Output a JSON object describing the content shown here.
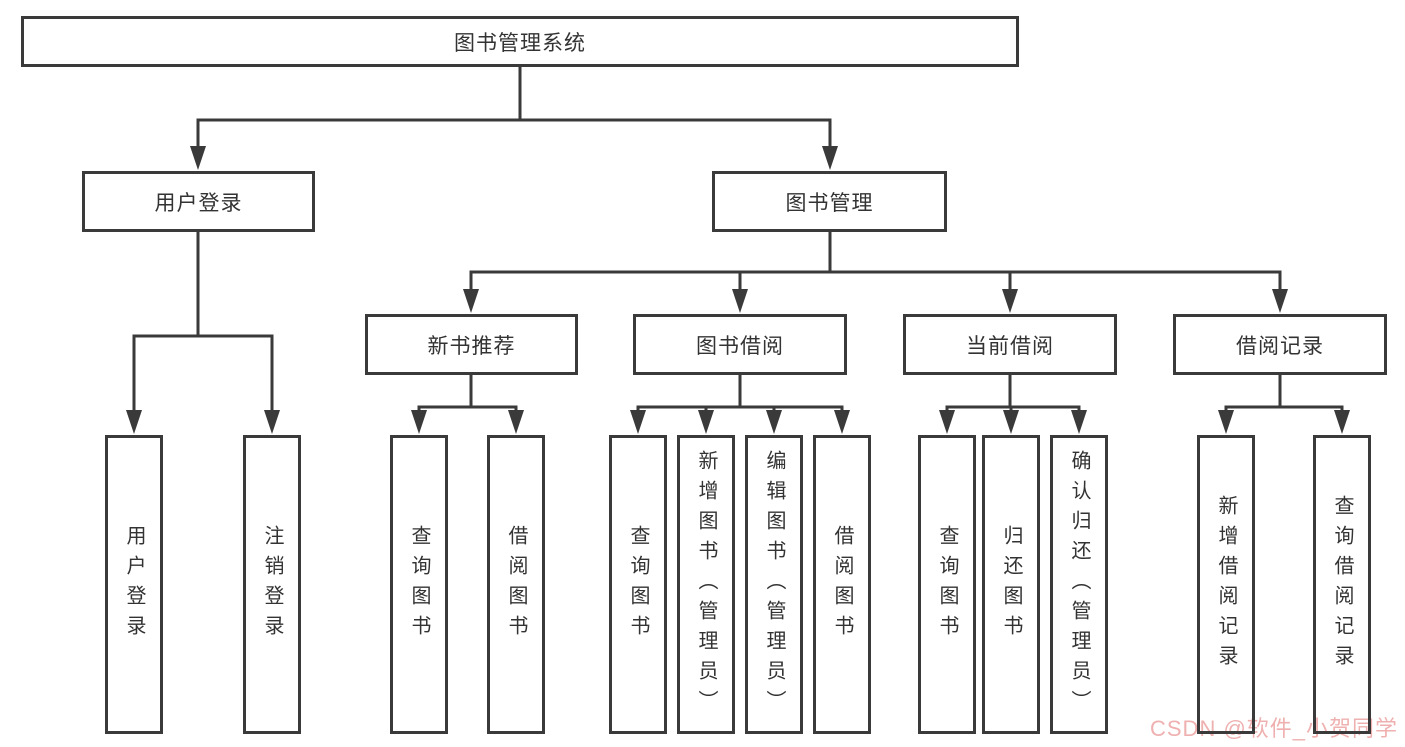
{
  "tree": {
    "label": "图书管理系统",
    "children": [
      {
        "label": "用户登录",
        "children": [
          {
            "label": "用户登录"
          },
          {
            "label": "注销登录"
          }
        ]
      },
      {
        "label": "图书管理",
        "children": [
          {
            "label": "新书推荐",
            "children": [
              {
                "label": "查询图书"
              },
              {
                "label": "借阅图书"
              }
            ]
          },
          {
            "label": "图书借阅",
            "children": [
              {
                "label": "查询图书"
              },
              {
                "label": "新增图书（管理员）"
              },
              {
                "label": "编辑图书（管理员）"
              },
              {
                "label": "借阅图书"
              }
            ]
          },
          {
            "label": "当前借阅",
            "children": [
              {
                "label": "查询图书"
              },
              {
                "label": "归还图书"
              },
              {
                "label": "确认归还（管理员）"
              }
            ]
          },
          {
            "label": "借阅记录",
            "children": [
              {
                "label": "新增借阅记录"
              },
              {
                "label": "查询借阅记录"
              }
            ]
          }
        ]
      }
    ]
  },
  "watermark": {
    "text": "CSDN @软件_小贺同学",
    "color": "#efb0b0"
  },
  "colors": {
    "line": "#3a3a3a",
    "text": "#333333",
    "background": "#ffffff"
  }
}
